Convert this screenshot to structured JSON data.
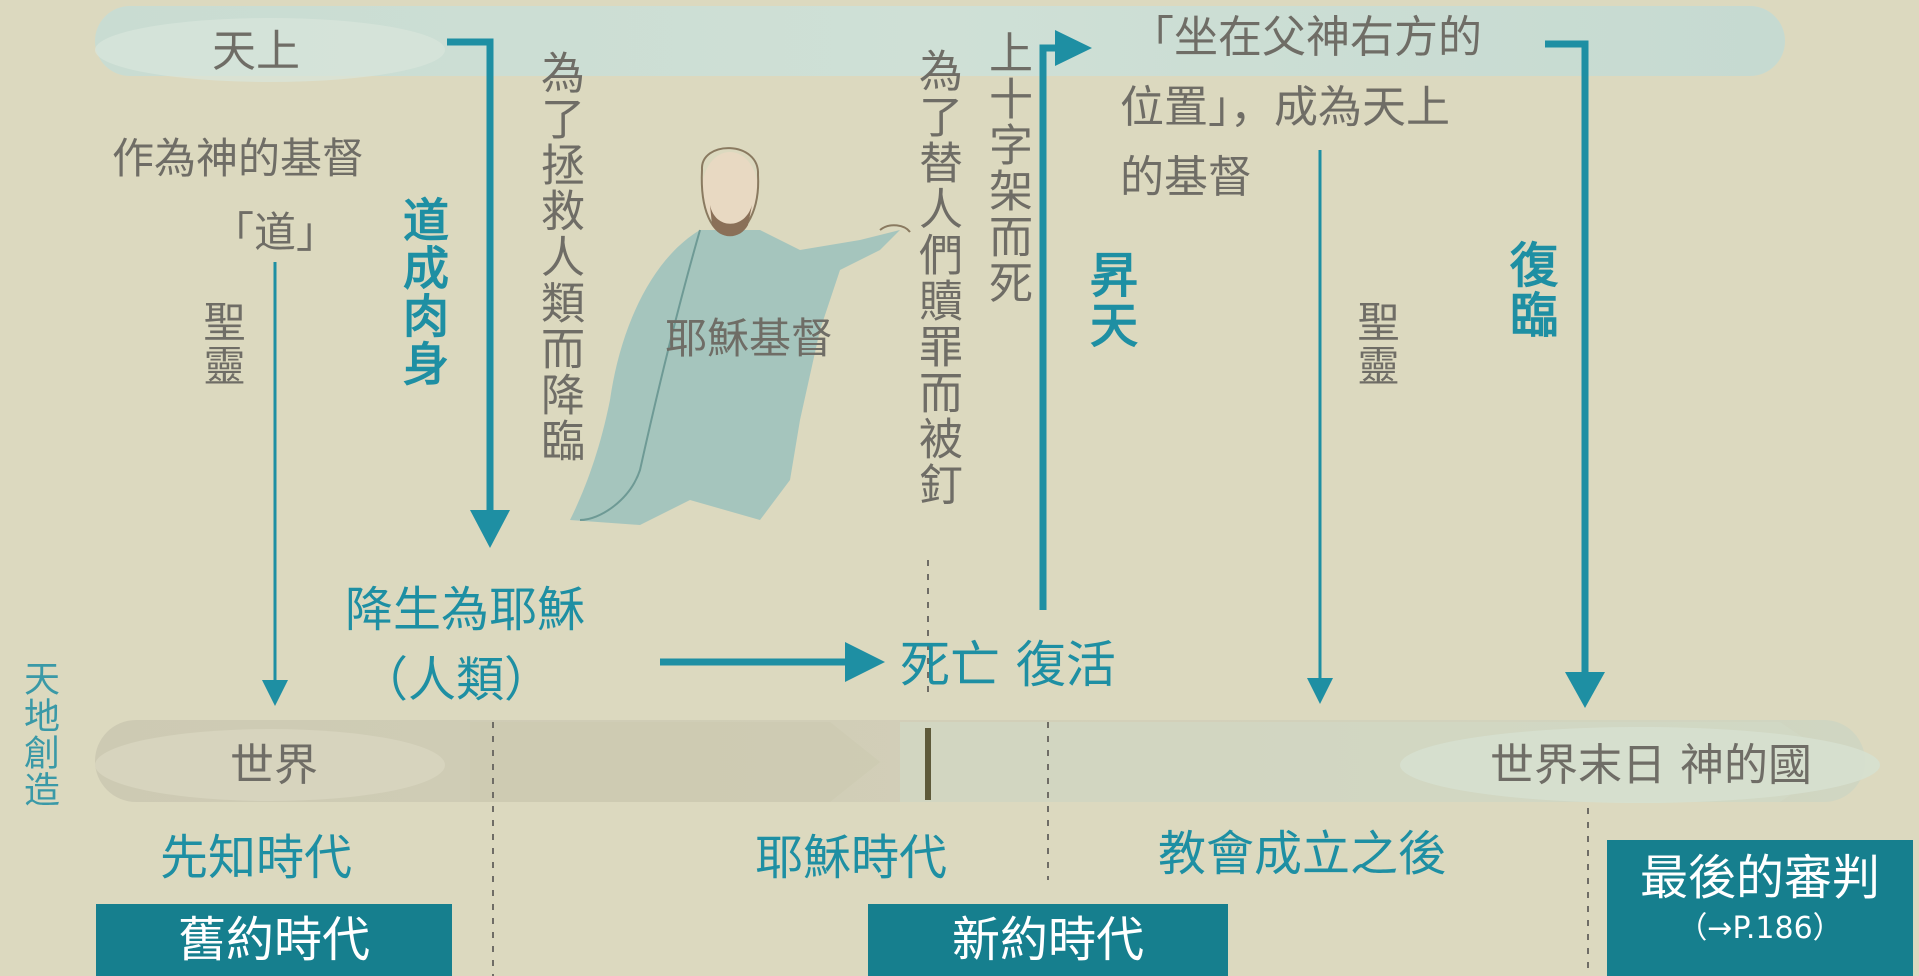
{
  "colors": {
    "background": "#dcd9bf",
    "accent": "#1e8fa3",
    "band": "#167f8e",
    "text_gray": "#6f6d66"
  },
  "heaven": {
    "label": "天上",
    "right_text_line1": "「坐在父神右方的",
    "right_text_line2": "位置」，成為天上",
    "right_text_line3": "的基督"
  },
  "left": {
    "word_line1": "作為神的基督",
    "word_line2": "「道」",
    "holy_spirit": "聖靈",
    "incarnation": "道成肉身",
    "descend_reason": "為了拯救人類而降臨"
  },
  "center": {
    "figure_label": "耶穌基督",
    "born_line1": "降生為耶穌",
    "born_line2": "（人類）",
    "atonement": "為了替人們贖罪而被釘",
    "cross_death": "上十字架而死",
    "death_resurrection": "死亡 復活",
    "ascension": "昇天"
  },
  "right": {
    "holy_spirit": "聖靈",
    "second_coming": "復臨"
  },
  "world": {
    "label": "世界",
    "creation": "天地創造",
    "end": "世界末日 神的國"
  },
  "eras": {
    "prophets": "先知時代",
    "jesus": "耶穌時代",
    "church": "教會成立之後",
    "old_testament": "舊約時代",
    "new_testament": "新約時代",
    "last_judgment": "最後的審判",
    "last_judgment_ref": "（→P.186）"
  }
}
